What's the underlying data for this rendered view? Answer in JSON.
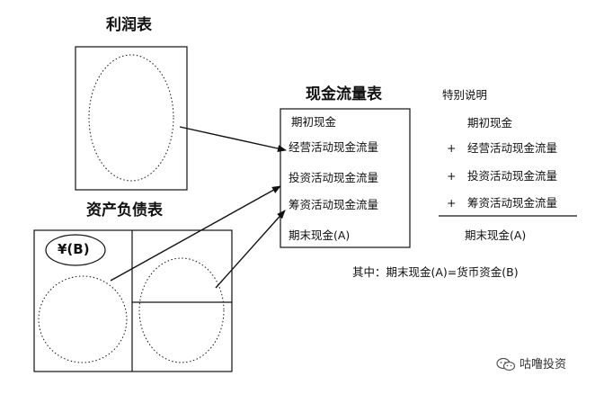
{
  "income_statement": {
    "title": "利润表"
  },
  "balance_sheet": {
    "title": "资产负债表",
    "cash_badge": "¥(B)"
  },
  "cash_flow_statement": {
    "title": "现金流量表",
    "items": [
      "期初现金",
      "经营活动现金流量",
      "投资活动现金流量",
      "筹资活动现金流量",
      "期末现金(A)"
    ]
  },
  "special_note": {
    "title": "特别说明",
    "lines": [
      {
        "op": "",
        "text": "期初现金"
      },
      {
        "op": "+",
        "text": "经营活动现金流量"
      },
      {
        "op": "+",
        "text": "投资活动现金流量"
      },
      {
        "op": "+",
        "text": "筹资活动现金流量"
      }
    ],
    "result": "期末现金(A)"
  },
  "footnote": "其中：期末现金(A)=货币资金(B)",
  "watermark": {
    "icon": "wechat-icon",
    "text": "咕噜投资"
  }
}
